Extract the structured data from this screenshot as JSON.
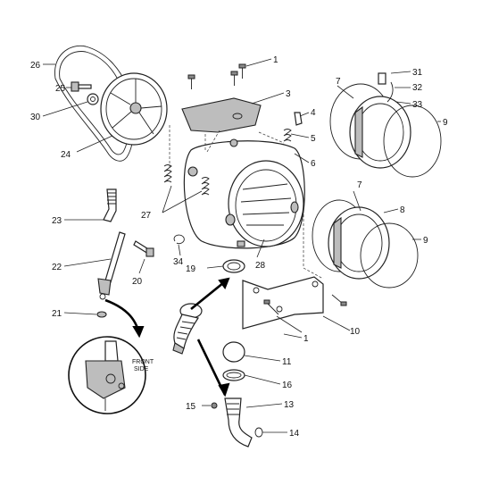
{
  "labels": {
    "l1a": "1",
    "l1b": "1",
    "l3": "3",
    "l4": "4",
    "l5": "5",
    "l6": "6",
    "l7a": "7",
    "l7b": "7",
    "l8": "8",
    "l9a": "9",
    "l9b": "9",
    "l10": "10",
    "l11": "11",
    "l13": "13",
    "l14": "14",
    "l15": "15",
    "l16": "16",
    "l19": "19",
    "l20": "20",
    "l21": "21",
    "l22": "22",
    "l23": "23",
    "l24": "24",
    "l25": "25",
    "l26": "26",
    "l27": "27",
    "l28": "28",
    "l30": "30",
    "l31": "31",
    "l32": "32",
    "l33": "33",
    "l34": "34"
  },
  "inset_note": {
    "line1": "FRONT",
    "line2": "SIDE"
  },
  "colors": {
    "line": "#222222",
    "part_fill": "#bdbdbd",
    "arrow": "#000000"
  }
}
